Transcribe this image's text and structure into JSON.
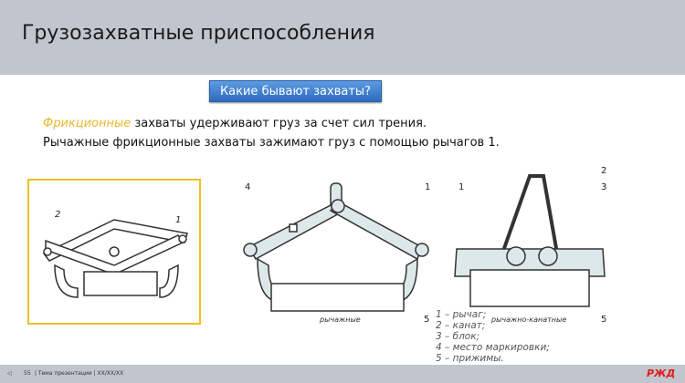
{
  "header": {
    "title": "Грузозахватные приспособления"
  },
  "button": {
    "label": "Какие бывают захваты?"
  },
  "body": {
    "line1_highlight": "Фрикционные",
    "line1_rest": " захваты удерживают груз за счет сил трения.",
    "line2": "Рычажные фрикционные захваты зажимают груз с помощью рычагов 1."
  },
  "figures": {
    "left_labels": [
      "2",
      "1"
    ],
    "middle_labels": [
      "4",
      "1",
      "5"
    ],
    "middle_caption": "рычажные",
    "right_labels": [
      "1",
      "2",
      "3",
      "5"
    ],
    "right_caption": "рычажно-канатные"
  },
  "legend": [
    "1 – рычаг;",
    "2 – канат;",
    "3 – блок;",
    "4 – место маркировки;",
    "5 – прижимы."
  ],
  "footer": {
    "nav": "◁",
    "page": "55",
    "text": "| Тема презентации | XX/XX/XX",
    "logo": "РЖД"
  },
  "colors": {
    "header": "#c1c6ce",
    "highlight": "#e8b830",
    "logo": "#e21a1a",
    "frame": "#f0c020"
  }
}
